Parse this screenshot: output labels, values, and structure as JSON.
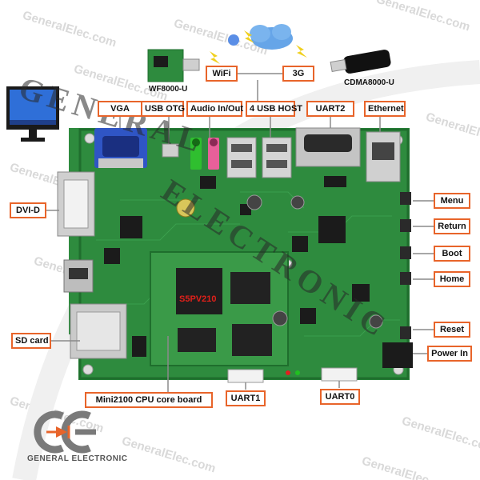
{
  "labels": {
    "vga": "VGA",
    "usb_otg": "USB OTG",
    "audio": "Audio In/Out",
    "usb_host": "4 USB HOST",
    "uart2": "UART2",
    "ethernet": "Ethernet",
    "wifi": "WiFi",
    "g3": "3G",
    "dvi": "DVI-D",
    "sd": "SD card",
    "menu": "Menu",
    "return": "Return",
    "boot": "Boot",
    "home": "Home",
    "reset": "Reset",
    "power": "Power In",
    "core": "Mini2100 CPU core board",
    "uart1": "UART1",
    "uart0": "UART0"
  },
  "captions": {
    "wf8000": "WF8000-U",
    "cdma": "CDMA8000-U"
  },
  "chip_text": "S5PV210",
  "brand_name": "GENERAL ELECTRONIC",
  "watermark": {
    "small": "GeneralElec.com",
    "big_upper": "GENERAL",
    "big_lower": "ELECTRONIC"
  },
  "colors": {
    "label_border": "#e8642a",
    "pcb": "#2e8b3e",
    "pcb_dark": "#1f6e2d",
    "leader": "#8a8a8a"
  }
}
